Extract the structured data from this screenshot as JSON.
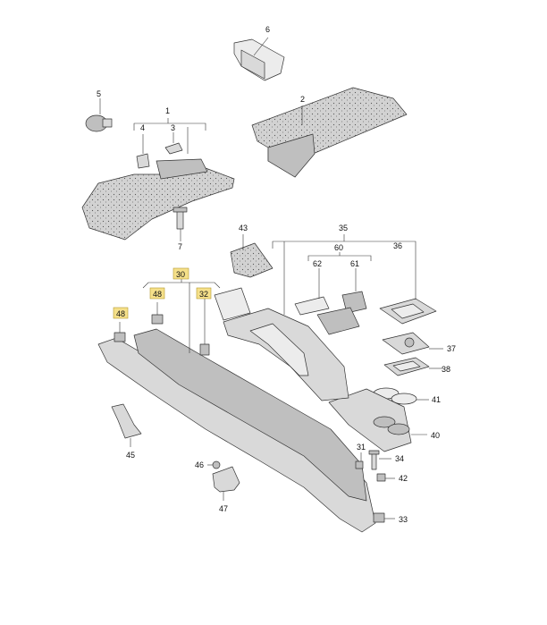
{
  "diagram": {
    "labels": [
      {
        "id": "l6",
        "text": "6",
        "highlight": false
      },
      {
        "id": "l5",
        "text": "5",
        "highlight": false
      },
      {
        "id": "l1",
        "text": "1",
        "highlight": false
      },
      {
        "id": "l2",
        "text": "2",
        "highlight": false
      },
      {
        "id": "l4",
        "text": "4",
        "highlight": false
      },
      {
        "id": "l3",
        "text": "3",
        "highlight": false
      },
      {
        "id": "l7",
        "text": "7",
        "highlight": false
      },
      {
        "id": "l43",
        "text": "43",
        "highlight": false
      },
      {
        "id": "l35",
        "text": "35",
        "highlight": false
      },
      {
        "id": "l60",
        "text": "60",
        "highlight": false
      },
      {
        "id": "l36",
        "text": "36",
        "highlight": false
      },
      {
        "id": "l62",
        "text": "62",
        "highlight": false
      },
      {
        "id": "l61",
        "text": "61",
        "highlight": false
      },
      {
        "id": "l30",
        "text": "30",
        "highlight": true
      },
      {
        "id": "l48a",
        "text": "48",
        "highlight": true
      },
      {
        "id": "l32",
        "text": "32",
        "highlight": true
      },
      {
        "id": "l48b",
        "text": "48",
        "highlight": true
      },
      {
        "id": "l37",
        "text": "37",
        "highlight": false
      },
      {
        "id": "l38",
        "text": "38",
        "highlight": false
      },
      {
        "id": "l41",
        "text": "41",
        "highlight": false
      },
      {
        "id": "l40",
        "text": "40",
        "highlight": false
      },
      {
        "id": "l45",
        "text": "45",
        "highlight": false
      },
      {
        "id": "l31",
        "text": "31",
        "highlight": false
      },
      {
        "id": "l34",
        "text": "34",
        "highlight": false
      },
      {
        "id": "l46",
        "text": "46",
        "highlight": false
      },
      {
        "id": "l42",
        "text": "42",
        "highlight": false
      },
      {
        "id": "l47",
        "text": "47",
        "highlight": false
      },
      {
        "id": "l33",
        "text": "33",
        "highlight": false
      }
    ],
    "colors": {
      "highlight": "#f5e08a",
      "line": "#333333",
      "part": "#d9d9d9"
    }
  }
}
